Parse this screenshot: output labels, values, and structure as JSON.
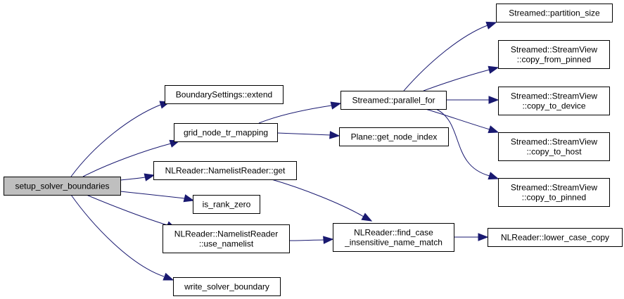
{
  "diagram": {
    "type": "call-graph",
    "edge_color": "#191970",
    "root_fill": "#bfbfbf",
    "nodes": [
      {
        "id": "setup",
        "lines": [
          "setup_solver_boundaries"
        ],
        "root": true
      },
      {
        "id": "bs_extend",
        "lines": [
          "BoundarySettings::extend"
        ]
      },
      {
        "id": "grid_map",
        "lines": [
          "grid_node_tr_mapping"
        ]
      },
      {
        "id": "nl_get",
        "lines": [
          "NLReader::NamelistReader::get"
        ]
      },
      {
        "id": "rank_zero",
        "lines": [
          "is_rank_zero"
        ]
      },
      {
        "id": "use_namelist",
        "lines": [
          "NLReader::NamelistReader",
          "::use_namelist"
        ]
      },
      {
        "id": "write_sb",
        "lines": [
          "write_solver_boundary"
        ]
      },
      {
        "id": "par_for",
        "lines": [
          "Streamed::parallel_for"
        ]
      },
      {
        "id": "node_index",
        "lines": [
          "Plane::get_node_index"
        ]
      },
      {
        "id": "find_case",
        "lines": [
          "NLReader::find_case",
          "_insensitive_name_match"
        ]
      },
      {
        "id": "lower_copy",
        "lines": [
          "NLReader::lower_case_copy"
        ]
      },
      {
        "id": "part_size",
        "lines": [
          "Streamed::partition_size"
        ]
      },
      {
        "id": "copy_from_pinned",
        "lines": [
          "Streamed::StreamView",
          "::copy_from_pinned"
        ]
      },
      {
        "id": "copy_to_device",
        "lines": [
          "Streamed::StreamView",
          "::copy_to_device"
        ]
      },
      {
        "id": "copy_to_host",
        "lines": [
          "Streamed::StreamView",
          "::copy_to_host"
        ]
      },
      {
        "id": "copy_to_pinned",
        "lines": [
          "Streamed::StreamView",
          "::copy_to_pinned"
        ]
      }
    ],
    "edges": [
      {
        "from": "setup",
        "to": "bs_extend"
      },
      {
        "from": "setup",
        "to": "grid_map"
      },
      {
        "from": "setup",
        "to": "nl_get"
      },
      {
        "from": "setup",
        "to": "rank_zero"
      },
      {
        "from": "setup",
        "to": "use_namelist"
      },
      {
        "from": "setup",
        "to": "write_sb"
      },
      {
        "from": "grid_map",
        "to": "par_for"
      },
      {
        "from": "grid_map",
        "to": "node_index"
      },
      {
        "from": "nl_get",
        "to": "find_case"
      },
      {
        "from": "use_namelist",
        "to": "find_case"
      },
      {
        "from": "find_case",
        "to": "lower_copy"
      },
      {
        "from": "par_for",
        "to": "part_size"
      },
      {
        "from": "par_for",
        "to": "copy_from_pinned"
      },
      {
        "from": "par_for",
        "to": "copy_to_device"
      },
      {
        "from": "par_for",
        "to": "copy_to_host"
      },
      {
        "from": "par_for",
        "to": "copy_to_pinned"
      }
    ]
  }
}
